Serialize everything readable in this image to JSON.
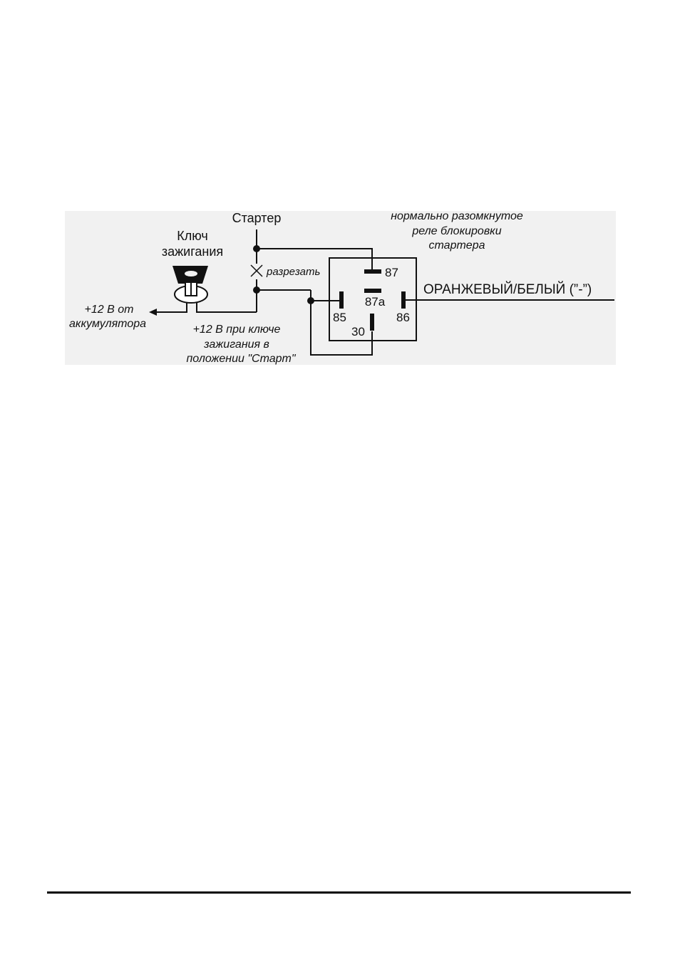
{
  "labels": {
    "starter": "Стартер",
    "key_line1": "Ключ",
    "key_line2": "зажигания",
    "cut": "разрезать",
    "relay_note_line1": "нормально разомкнутое",
    "relay_note_line2": "реле блокировки",
    "relay_note_line3": "стартера",
    "battery_line1": "+12 В от",
    "battery_line2": "аккумулятора",
    "start_line1": "+12 В при ключе",
    "start_line2": "зажигания в",
    "start_line3": "положении \"Старт\"",
    "wire": "ОРАНЖЕВЫЙ/БЕЛЫЙ (”-”)"
  },
  "pins": {
    "p87": "87",
    "p87a": "87a",
    "p85": "85",
    "p86": "86",
    "p30": "30"
  },
  "colors": {
    "panel": "#f1f1f1",
    "line": "#111111"
  }
}
